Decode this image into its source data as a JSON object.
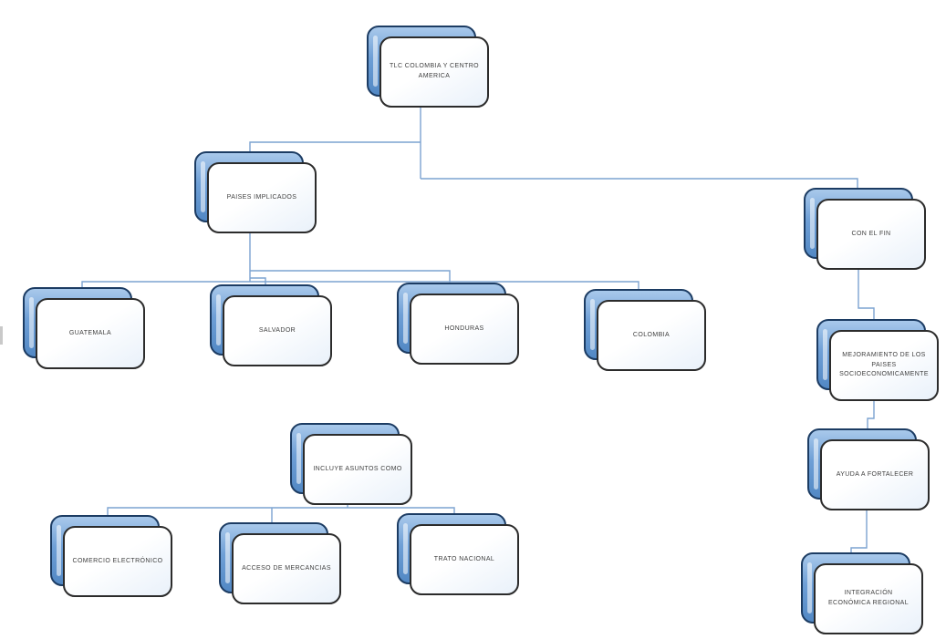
{
  "diagram": {
    "type": "org-chart",
    "root_label": "TLC COLOMBIA  Y CENTRO AMERICA"
  },
  "colors": {
    "connector": "#7ca3d1",
    "node_back_top": "#a9c9eb",
    "node_back_mid": "#6e9fd6",
    "node_back_bottom": "#5288c4",
    "node_back_border": "#1c3c63",
    "node_front_border": "#2b2b2b",
    "node_front_top": "#ffffff",
    "node_front_bottom": "#e9f1fa",
    "label": "#3f3f3f"
  },
  "nodes": {
    "tlc": {
      "label": "TLC COLOMBIA  Y CENTRO AMERICA"
    },
    "paises": {
      "label": "PAISES IMPLICADOS"
    },
    "confin": {
      "label": "CON EL FIN"
    },
    "guatemala": {
      "label": "GUATEMALA"
    },
    "salvador": {
      "label": "SALVADOR"
    },
    "honduras": {
      "label": "HONDURAS"
    },
    "colombia": {
      "label": "COLOMBIA"
    },
    "mejoramiento": {
      "label": "MEJORAMIENTO DE LOS PAISES SOCIOECONOMICAMENTE"
    },
    "incluye": {
      "label": "INCLUYE ASUNTOS COMO"
    },
    "ayuda": {
      "label": "AYUDA A FORTALECER"
    },
    "comercio": {
      "label": "COMERCIO ELECTRÓNICO"
    },
    "acceso": {
      "label": "ACCESO DE MERCANCIAS"
    },
    "trato": {
      "label": "TRATO NACIONAL"
    },
    "integracion": {
      "label": "INTEGRACIÓN ECONÓMICA REGIONAL"
    }
  }
}
